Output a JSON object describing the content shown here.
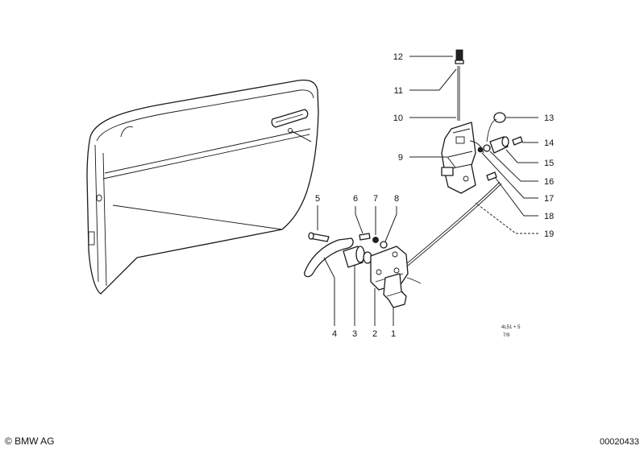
{
  "labels": {
    "l1": "1",
    "l2": "2",
    "l3": "3",
    "l4": "4",
    "l5": "5",
    "l6": "6",
    "l7": "7",
    "l8": "8",
    "l9": "9",
    "l10": "10",
    "l11": "11",
    "l12": "12",
    "l13": "13",
    "l14": "14",
    "l15": "15",
    "l16": "16",
    "l17": "17",
    "l18": "18",
    "l19": "19"
  },
  "note_line1": "4L51 + 5",
  "note_line2": "7/9",
  "copyright": "© BMW AG",
  "diagram_id": "00020433"
}
